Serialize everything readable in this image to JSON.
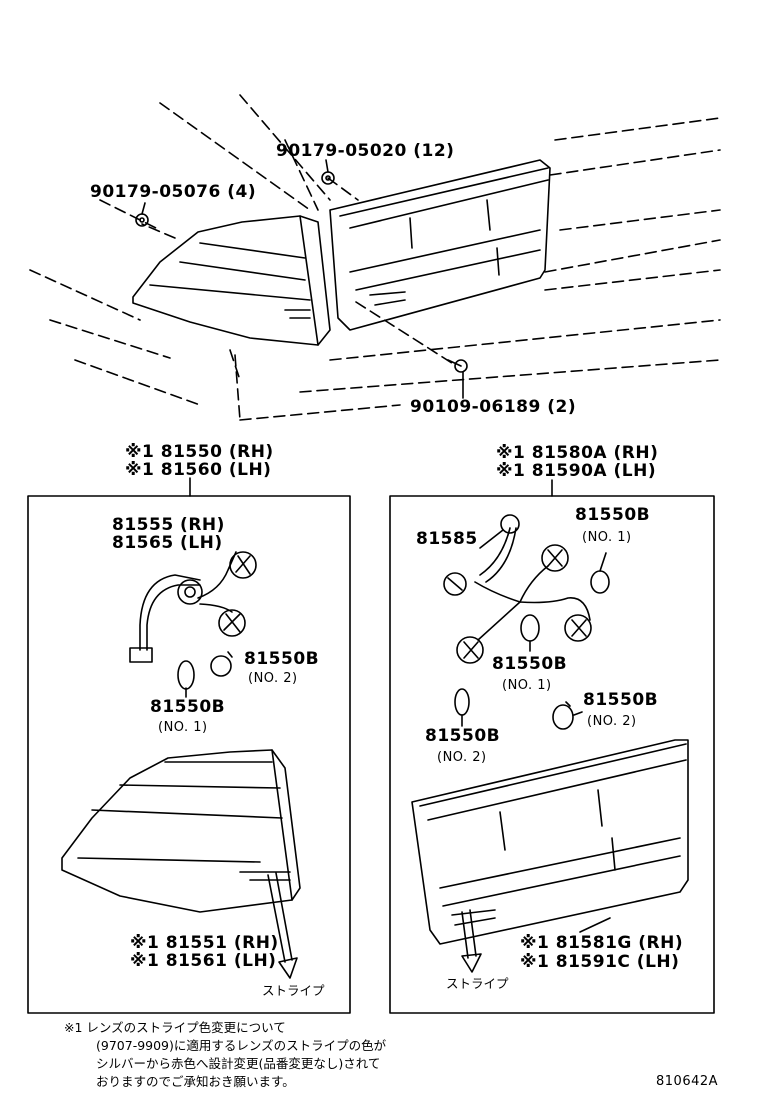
{
  "top_parts": {
    "nut_center": "90179-05020 (12)",
    "nut_left": "90179-05076 (4)",
    "screw": "90109-06189 (2)"
  },
  "left_group": {
    "assy_rh": "※1 81550 (RH)",
    "assy_lh": "※1 81560 (LH)",
    "socket_rh": "81555 (RH)",
    "socket_lh": "81565 (LH)",
    "bulb_no2_code": "81550B",
    "bulb_no2_label": "(NO. 2)",
    "bulb_no1_code": "81550B",
    "bulb_no1_label": "(NO. 1)",
    "lens_rh": "※1 81551 (RH)",
    "lens_lh": "※1 81561 (LH)",
    "stripe": "ストライプ"
  },
  "right_group": {
    "assy_rh": "※1 81580A (RH)",
    "assy_lh": "※1 81590A (LH)",
    "wire": "81585",
    "bulb_top_code": "81550B",
    "bulb_top_label": "(NO. 1)",
    "bulb_mid_code": "81550B",
    "bulb_mid_label": "(NO. 1)",
    "bulb_bl_code": "81550B",
    "bulb_bl_label": "(NO. 2)",
    "bulb_br_code": "81550B",
    "bulb_br_label": "(NO. 2)",
    "lens_rh": "※1 81581G (RH)",
    "lens_lh": "※1 81591C (LH)",
    "stripe": "ストライプ"
  },
  "footnote": {
    "line1": "※1 レンズのストライプ色変更について",
    "line2": "(9707-9909)に適用するレンズのストライプの色が",
    "line3": "シルバーから赤色へ設計変更(品番変更なし)されて",
    "line4": "おりますのでご承知おき願います。"
  },
  "figure_code": "810642A"
}
